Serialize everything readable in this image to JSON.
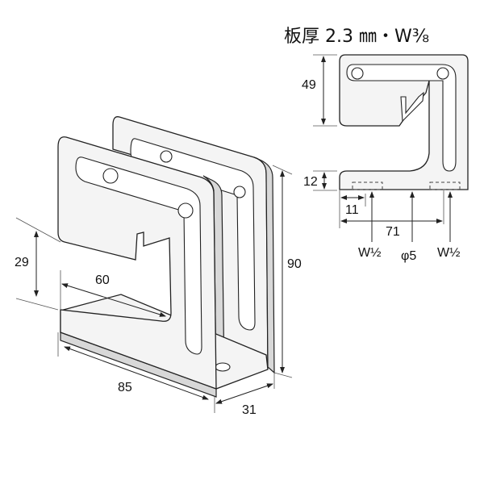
{
  "title": "板厚 2.3 ㎜・W⅜",
  "side_view": {
    "dim_height_upper": "49",
    "dim_thickness_lower": "12",
    "dim_offset": "11",
    "dim_pitch": "71",
    "hole_left": "W½",
    "hole_center": "φ5",
    "hole_right": "W½"
  },
  "iso_view": {
    "dim_height": "90",
    "dim_opening": "29",
    "dim_inner_length": "60",
    "dim_length": "85",
    "dim_width": "31"
  }
}
